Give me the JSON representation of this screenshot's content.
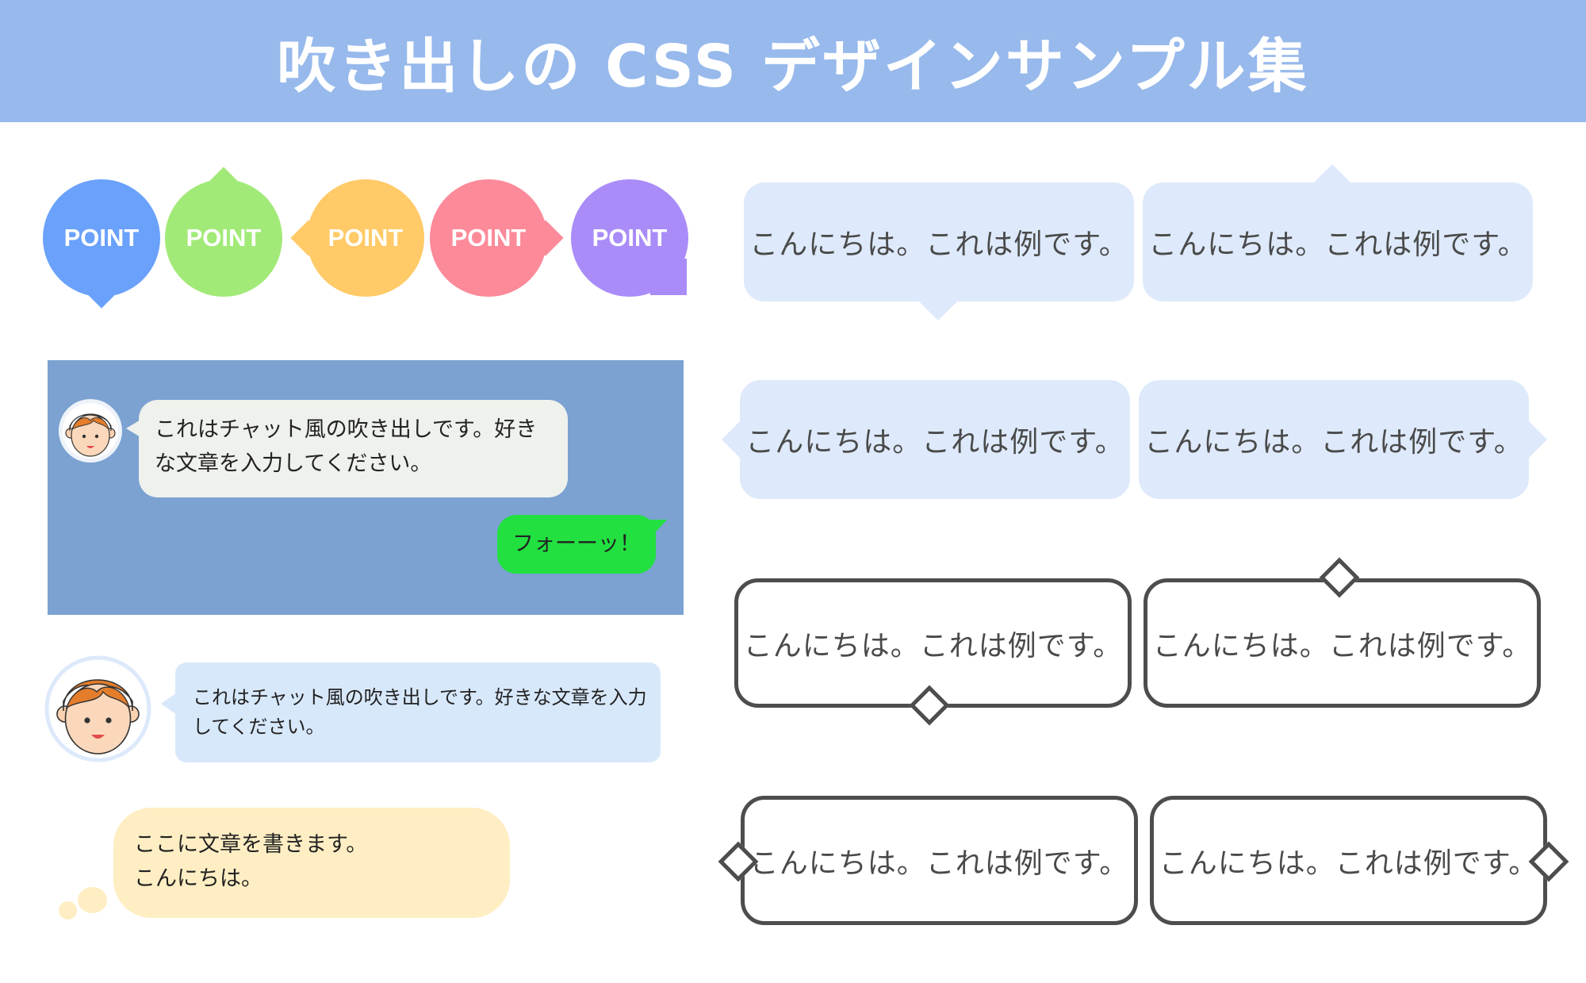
{
  "page": {
    "title": "吹き出しの CSS デザインサンプル集"
  },
  "badges": [
    {
      "label": "POINT",
      "color": "#6aa1fb",
      "tail": "bottom"
    },
    {
      "label": "POINT",
      "color": "#a2ea78",
      "tail": "top"
    },
    {
      "label": "POINT",
      "color": "#ffca67",
      "tail": "left"
    },
    {
      "label": "POINT",
      "color": "#fc8a99",
      "tail": "right"
    },
    {
      "label": "POINT",
      "color": "#a98cf8",
      "tail": "bottom-right"
    }
  ],
  "chat": {
    "panel_color": "#7ba2d1",
    "received_text": "これはチャット風の吹き出しです。好きな文章を入力してください。",
    "sent_text": "フォーーッ！",
    "sent_color": "#21e040"
  },
  "avatar_chat": {
    "text": "これはチャット風の吹き出しです。好きな文章を入力してください。"
  },
  "thought": {
    "line1": "ここに文章を書きます。",
    "line2": "こんにちは。"
  },
  "soft_bubbles": [
    {
      "text": "こんにちは。これは例です。",
      "tail": "bottom"
    },
    {
      "text": "こんにちは。これは例です。",
      "tail": "top"
    },
    {
      "text": "こんにちは。これは例です。",
      "tail": "left"
    },
    {
      "text": "こんにちは。これは例です。",
      "tail": "right"
    }
  ],
  "outline_bubbles": [
    {
      "text": "こんにちは。これは例です。",
      "tail": "bottom"
    },
    {
      "text": "こんにちは。これは例です。",
      "tail": "top"
    },
    {
      "text": "こんにちは。これは例です。",
      "tail": "left"
    },
    {
      "text": "こんにちは。これは例です。",
      "tail": "right"
    }
  ]
}
